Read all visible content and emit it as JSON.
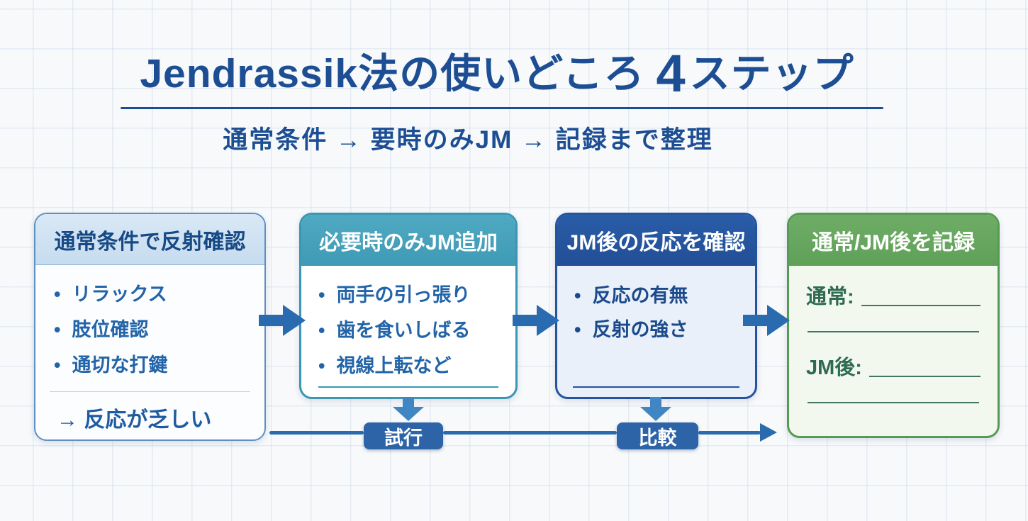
{
  "title": {
    "main": "Jendrassik法の使いどころ",
    "number": "4",
    "suffix": "ステップ"
  },
  "subtitle": "通常条件 → 要時のみJM → 記録まで整理",
  "steps": [
    {
      "header": "通常条件で反射確認",
      "bullets": [
        "リラックス",
        "肢位確認",
        "通切な打鍵"
      ],
      "note": "→ 反応が乏しい",
      "header_bg": "#cfe2f3",
      "header_text": "#174a85"
    },
    {
      "header": "必要時のみJM追加",
      "bullets": [
        "両手の引っ張り",
        "歯を食いしばる",
        "視線上転など"
      ],
      "header_bg": "#47a2bc",
      "header_text": "#ffffff"
    },
    {
      "header": "JM後の反応を確認",
      "bullets": [
        "反応の有無",
        "反射の強さ"
      ],
      "header_bg": "#24549e",
      "header_text": "#ffffff"
    },
    {
      "header": "通常/JM後を記録",
      "fields": [
        {
          "label": "通常:"
        },
        {
          "label": "JM後:"
        }
      ],
      "header_bg": "#66a65e",
      "header_text": "#ffffff"
    }
  ],
  "flow": {
    "trial_badge": "試行",
    "compare_badge": "比較"
  },
  "colors": {
    "title_blue": "#1d4e94",
    "body_text_blue": "#2264a8",
    "arrow_blue": "#2a6bb0",
    "down_arrow_blue": "#3f86c2",
    "badge_bg": "#2d64a8",
    "step4_text_green": "#2e6b50"
  }
}
